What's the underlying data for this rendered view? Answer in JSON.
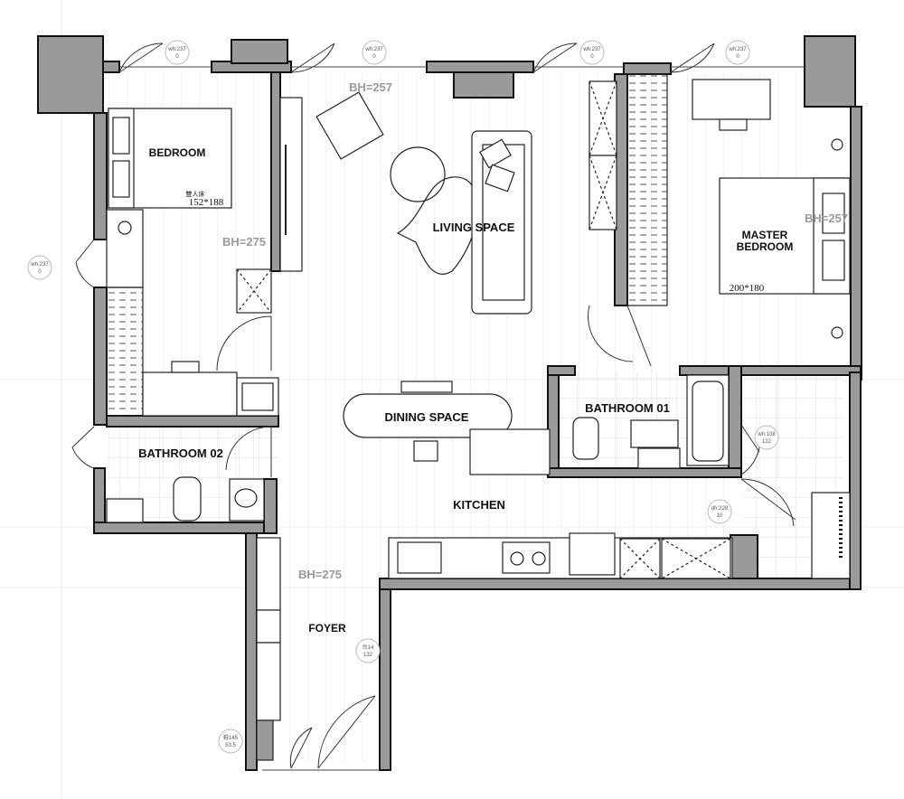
{
  "rooms": {
    "bedroom": "BEDROOM",
    "living": "LIVING SPACE",
    "master_line1": "MASTER",
    "master_line2": "BEDROOM",
    "dining": "DINING SPACE",
    "bath01": "BATHROOM 01",
    "bath02": "BATHROOM 02",
    "kitchen": "KITCHEN",
    "foyer": "FOYER"
  },
  "heights": {
    "living": "BH=257",
    "bedroom": "BH=275",
    "master": "BH=257",
    "foyer": "BH=275"
  },
  "beds": {
    "bedroom_label": "雙人床",
    "bedroom_size": "152*188",
    "master_size": "200*180"
  },
  "tags": {
    "w1_a": "wh:237",
    "w1_b": "0",
    "w2_a": "wh:237",
    "w2_b": "0",
    "w3_a": "wh:237",
    "w3_b": "0",
    "w4_a": "wh:237",
    "w4_b": "0",
    "left_a": "wh:237",
    "left_b": "0",
    "bath_a": "wh:108",
    "bath_b": "122",
    "kit_a": "dh:228",
    "kit_b": "10",
    "foyer_a": "台14",
    "foyer_b": "132",
    "door_a": "鞋145",
    "door_b": "53.5"
  },
  "colors": {
    "wall": "#9a9a9a",
    "outline": "#111111",
    "floor_lines": "#e2e2e2"
  }
}
